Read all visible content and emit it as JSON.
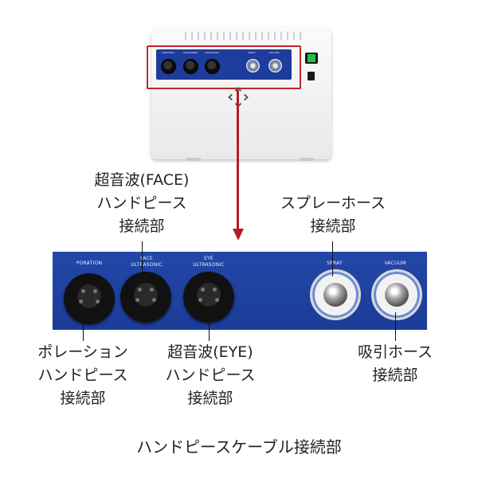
{
  "device": {
    "panel_labels": [
      "PORATION",
      "ULTRASONIC",
      "ULTRASONIC",
      "SPRAY",
      "VACUUM"
    ],
    "panel_sub_labels": [
      "",
      "FACE",
      "EYE",
      "",
      ""
    ],
    "colors": {
      "panel": "#1d3c9c",
      "highlight": "#c0282a",
      "switch": "#22c04a"
    }
  },
  "panel": {
    "labels": {
      "poration": "PORATION",
      "face_top": "FACE",
      "face_bottom": "ULTRASONIC",
      "eye_top": "EYE",
      "eye_bottom": "ULTRASONIC",
      "spray": "SPRAY",
      "vacuum": "VACUUM"
    }
  },
  "captions": {
    "face": [
      "超音波(FACE)",
      "ハンドピース",
      "接続部"
    ],
    "spray": [
      "スプレーホース",
      "接続部"
    ],
    "poration": [
      "ポレーション",
      "ハンドピース",
      "接続部"
    ],
    "eye": [
      "超音波(EYE)",
      "ハンドピース",
      "接続部"
    ],
    "vacuum": [
      "吸引ホース",
      "接続部"
    ]
  },
  "footer": "ハンドピースケーブル接続部"
}
